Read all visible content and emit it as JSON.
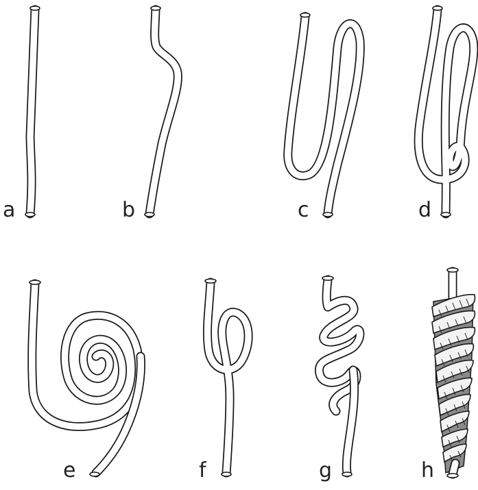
{
  "figure": {
    "panels": [
      {
        "id": "a",
        "label": "a"
      },
      {
        "id": "b",
        "label": "b"
      },
      {
        "id": "c",
        "label": "c"
      },
      {
        "id": "d",
        "label": "d"
      },
      {
        "id": "e",
        "label": "e"
      },
      {
        "id": "f",
        "label": "f"
      },
      {
        "id": "g",
        "label": "g"
      },
      {
        "id": "h",
        "label": "h"
      }
    ]
  }
}
